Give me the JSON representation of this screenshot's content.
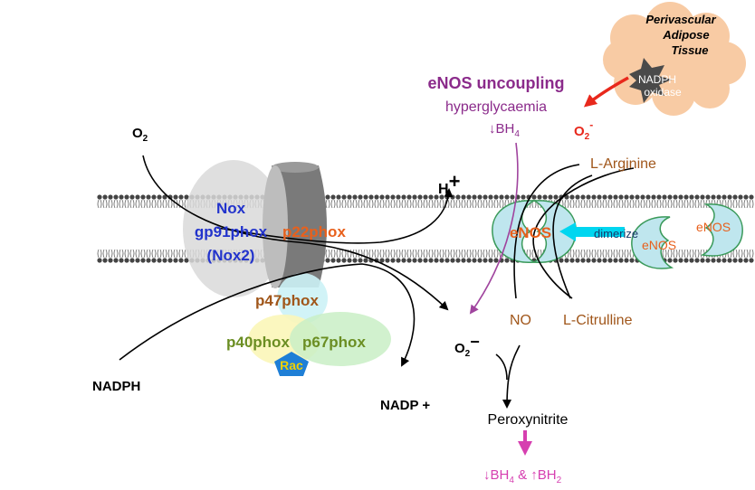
{
  "labels": {
    "o2_top": "O",
    "o2_top_sub": "2",
    "h_plus": "H",
    "h_plus_sign": "+",
    "nox": "Nox",
    "gp91phox": "gp91phox",
    "nox2": "(Nox2)",
    "p22phox": "p22phox",
    "p47phox": "p47phox",
    "p40phox": "p40phox",
    "p67phox": "p67phox",
    "rac": "Rac",
    "nadph": "NADPH",
    "nadp_plus": "NADP +",
    "enos_uncoupling": "eNOS uncoupling",
    "hyperglycaemia": "hyperglycaemia",
    "bh4_down": "↓BH",
    "bh4_sub": "4",
    "pvat_line1": "Perivascular",
    "pvat_line2": "Adipose",
    "pvat_line3": "Tissue",
    "nadph_oxidase_1": "NADPH",
    "nadph_oxidase_2": "oxidase",
    "o2_minus_red": "O",
    "o2_minus_red_sub": "2",
    "o2_minus_red_sup": "-",
    "l_arginine": "L-Arginine",
    "enos_main": "eNOS",
    "dimerize": "dimerize",
    "enos_small_1": "eNOS",
    "enos_small_2": "eNOS",
    "no": "NO",
    "l_citrulline": "L-Citrulline",
    "o2_minus_mid": "O",
    "o2_minus_mid_sub": "2",
    "o2_minus_mid_sup": "−",
    "peroxynitrite": "Peroxynitrite",
    "bh_bottom_1": "↓BH",
    "bh_bottom_1_sub": "4",
    "bh_bottom_amp": " & ↑BH",
    "bh_bottom_2_sub": "2"
  },
  "colors": {
    "nox_blue": "#2233cc",
    "p22_orange": "#e8601c",
    "brown": "#a0561a",
    "olive": "#6b8e23",
    "rac_blue": "#1f7fd6",
    "rac_text": "#f0d000",
    "purple": "#8b2b8b",
    "magenta": "#d63fb0",
    "red_arrow": "#e8281c",
    "cyan_arrow": "#00d6f0",
    "enos_green": "#3a9a5a"
  }
}
